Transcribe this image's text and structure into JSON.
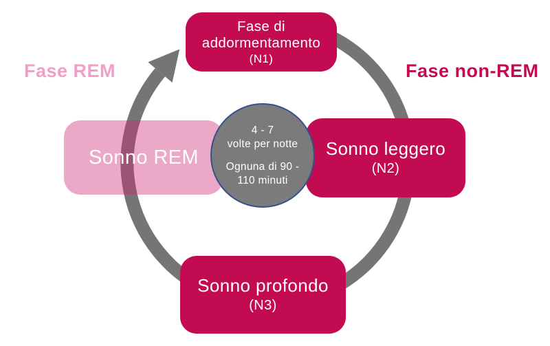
{
  "page": {
    "background": "#FFFFFF"
  },
  "labels": {
    "fase_rem": {
      "text": "Fase REM",
      "color": "#F0A0C8"
    },
    "fase_non_rem": {
      "text": "Fase non-REM",
      "color": "#C30B52"
    }
  },
  "cycle": {
    "direction": "clockwise",
    "arrow_color": "#757575",
    "arrow_overlap_color": "#9A5574"
  },
  "center_circle": {
    "fill": "#7B7B7B",
    "border_color": "#33518C",
    "line1": "4 - 7",
    "line2": "volte per notte",
    "line3": "Ognuna di 90 -",
    "line4": "110 minuti"
  },
  "stages": {
    "n1": {
      "line1": "Fase di",
      "line2": "addormentamento",
      "stage": "(N1)",
      "color": "#C30B52",
      "text_color": "#FFFFFF"
    },
    "n2": {
      "title": "Sonno leggero",
      "stage": "(N2)",
      "color": "#C30B52",
      "text_color": "#FFFFFF"
    },
    "n3": {
      "title": "Sonno profondo",
      "stage": "(N3)",
      "color": "#C30B52",
      "text_color": "#FFFFFF"
    },
    "rem": {
      "title": "Sonno REM",
      "color": "#ECA8C7",
      "text_color": "#FFFFFF"
    }
  }
}
